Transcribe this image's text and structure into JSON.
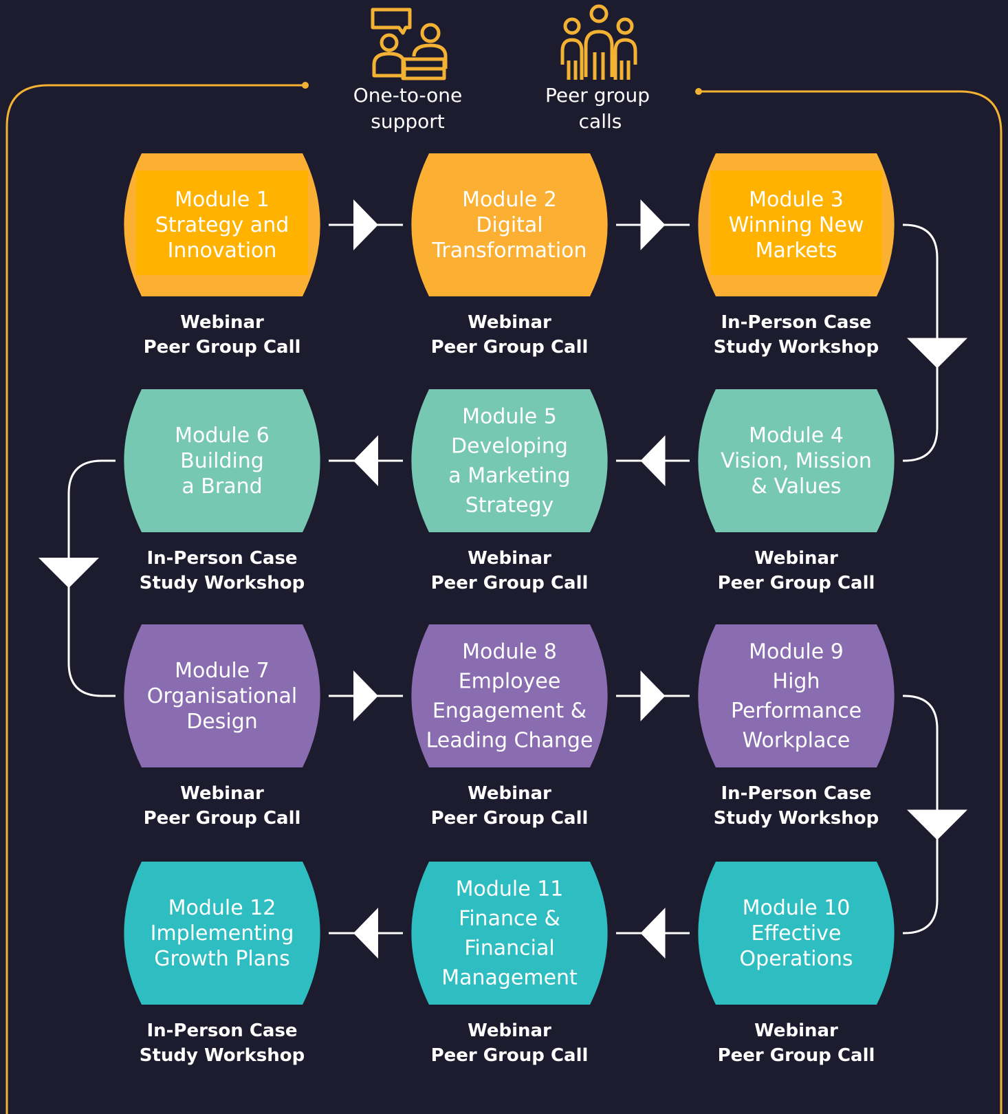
{
  "header": {
    "one_to_one": {
      "icon": "meeting-icon",
      "label_line1": "One-to-one",
      "label_line2": "support"
    },
    "peer_group": {
      "icon": "people-group-icon",
      "label_line1": "Peer group",
      "label_line2": "calls"
    }
  },
  "colors": {
    "background": "#1d1c2e",
    "frame": "#f3b234",
    "row1": "#fbb033",
    "row1_inner": "#ffb300",
    "row2": "#77c8b3",
    "row3": "#8a6db1",
    "row4": "#2ebdc1",
    "connector": "#ffffff"
  },
  "modules": [
    {
      "number": "Module 1",
      "title_lines": [
        "Strategy and",
        "Innovation"
      ],
      "format_lines": [
        "Webinar",
        "Peer Group Call"
      ]
    },
    {
      "number": "Module 2",
      "title_lines": [
        "Digital",
        "Transformation"
      ],
      "format_lines": [
        "Webinar",
        "Peer Group Call"
      ]
    },
    {
      "number": "Module 3",
      "title_lines": [
        "Winning New",
        "Markets"
      ],
      "format_lines": [
        "In-Person Case",
        "Study Workshop"
      ]
    },
    {
      "number": "Module 4",
      "title_lines": [
        "Vision, Mission",
        "& Values"
      ],
      "format_lines": [
        "Webinar",
        "Peer Group Call"
      ]
    },
    {
      "number": "Module 5",
      "title_lines": [
        "Developing",
        "a Marketing",
        "Strategy"
      ],
      "format_lines": [
        "Webinar",
        "Peer Group Call"
      ]
    },
    {
      "number": "Module 6",
      "title_lines": [
        "Building",
        "a Brand"
      ],
      "format_lines": [
        "In-Person Case",
        "Study Workshop"
      ]
    },
    {
      "number": "Module 7",
      "title_lines": [
        "Organisational",
        "Design"
      ],
      "format_lines": [
        "Webinar",
        "Peer Group Call"
      ]
    },
    {
      "number": "Module 8",
      "title_lines": [
        "Employee",
        "Engagement &",
        "Leading Change"
      ],
      "format_lines": [
        "Webinar",
        "Peer Group Call"
      ]
    },
    {
      "number": "Module 9",
      "title_lines": [
        "High",
        "Performance",
        "Workplace"
      ],
      "format_lines": [
        "In-Person Case",
        "Study Workshop"
      ]
    },
    {
      "number": "Module 10",
      "title_lines": [
        "Effective",
        "Operations"
      ],
      "format_lines": [
        "Webinar",
        "Peer Group Call"
      ]
    },
    {
      "number": "Module 11",
      "title_lines": [
        "Finance &",
        "Financial",
        "Management"
      ],
      "format_lines": [
        "Webinar",
        "Peer Group Call"
      ]
    },
    {
      "number": "Module 12",
      "title_lines": [
        "Implementing",
        "Growth Plans"
      ],
      "format_lines": [
        "In-Person Case",
        "Study Workshop"
      ]
    }
  ]
}
